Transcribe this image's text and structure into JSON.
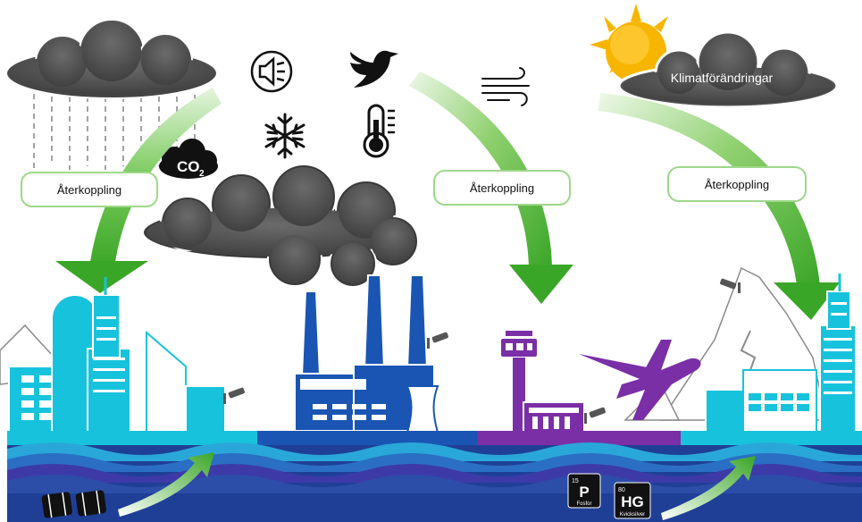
{
  "labels": {
    "feedback_left": "Återkoppling",
    "feedback_middle": "Återkoppling",
    "feedback_right": "Återkoppling",
    "climate_change": "Klimatförändringar",
    "co2_main": "CO",
    "co2_sub": "2"
  },
  "elements": {
    "phosphorus": {
      "number": "15",
      "symbol": "P",
      "name": "Fosfor"
    },
    "mercury": {
      "number": "80",
      "symbol": "HG",
      "name": "Kvicksilver"
    }
  },
  "colors": {
    "green": "#3eaa2a",
    "city_cyan": "#17c3dc",
    "factory_blue": "#1a55b3",
    "airport_purple": "#7a2fa6",
    "water_dark": "#1f3f96",
    "sun": "#f7b500",
    "cloud": "#5a5a5a"
  }
}
